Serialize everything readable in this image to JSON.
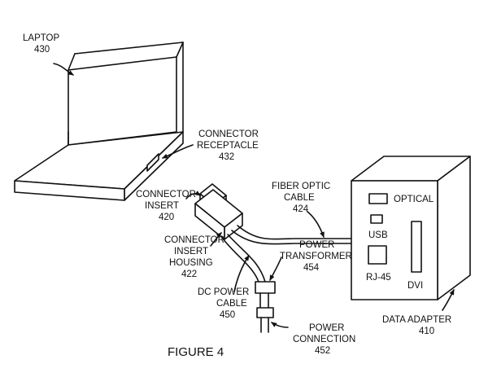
{
  "labels": {
    "laptop": {
      "name": "LAPTOP",
      "num": "430"
    },
    "connector_receptacle": {
      "line1": "CONNECTOR",
      "line2": "RECEPTACLE",
      "num": "432"
    },
    "connector_insert": {
      "line1": "CONNECTOR",
      "line2": "INSERT",
      "num": "420"
    },
    "connector_insert_housing": {
      "line1": "CONNECTOR",
      "line2": "INSERT",
      "line3": "HOUSING",
      "num": "422"
    },
    "fiber_optic_cable": {
      "line1": "FIBER OPTIC",
      "line2": "CABLE",
      "num": "424"
    },
    "power_transformer": {
      "line1": "POWER",
      "line2": "TRANSFORMER",
      "num": "454"
    },
    "dc_power_cable": {
      "line1": "DC POWER",
      "line2": "CABLE",
      "num": "450"
    },
    "power_connection": {
      "line1": "POWER",
      "line2": "CONNECTION",
      "num": "452"
    },
    "data_adapter": {
      "name": "DATA ADAPTER",
      "num": "410"
    }
  },
  "ports": {
    "optical": "OPTICAL",
    "usb": "USB",
    "rj45": "RJ-45",
    "dvi": "DVI"
  },
  "figure_caption": "FIGURE 4"
}
